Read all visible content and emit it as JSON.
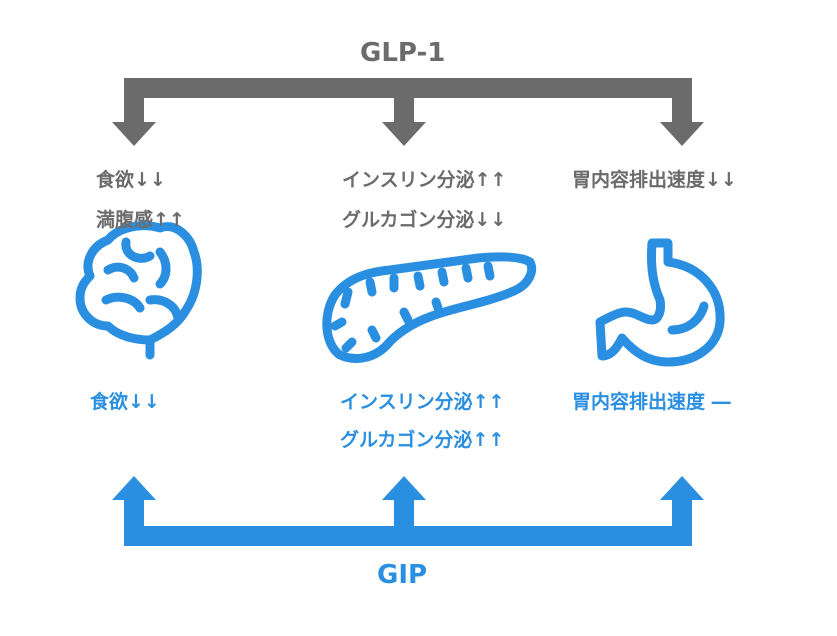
{
  "top_hormone": {
    "label": "GLP-1",
    "color": "#6b6b6b"
  },
  "bottom_hormone": {
    "label": "GIP",
    "color": "#2a8fe0"
  },
  "glp1_effects": {
    "brain_line1": "食欲↓↓",
    "brain_line2": "満腹感↑↑",
    "pancreas_line1": "インスリン分泌↑↑",
    "pancreas_line2": "グルカゴン分泌↓↓",
    "stomach_line1": "胃内容排出速度↓↓"
  },
  "gip_effects": {
    "brain_line1": "食欲↓↓",
    "pancreas_line1": "インスリン分泌↑↑",
    "pancreas_line2": "グルカゴン分泌↑↑",
    "stomach_line1": "胃内容排出速度 ―"
  },
  "icons": [
    "brain-icon",
    "pancreas-icon",
    "stomach-icon"
  ]
}
